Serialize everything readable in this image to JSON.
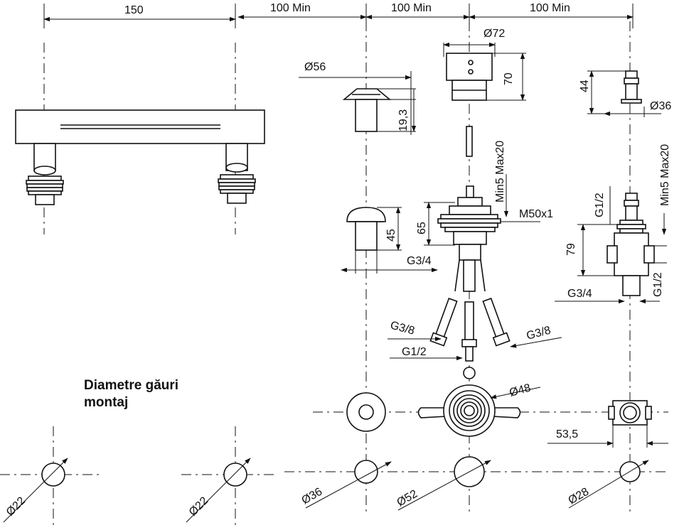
{
  "dims": {
    "spacing_150": "150",
    "min_100_a": "100 Min",
    "min_100_b": "100 Min",
    "min_100_c": "100 Min",
    "d72": "Ø72",
    "h70": "70",
    "d56": "Ø56",
    "h19_3": "19,3",
    "h44": "44",
    "d36_top": "Ø36",
    "min5max20_a": "Min5 Max20",
    "min5max20_b": "Min5 Max20",
    "h65": "65",
    "m50x1": "M50x1",
    "h45": "45",
    "g34_a": "G3/4",
    "g12_a": "G1/2",
    "h79": "79",
    "g12_b": "G1/2",
    "g34_b": "G3/4",
    "g38_a": "G3/8",
    "g38_b": "G3/8",
    "g12_c": "G1/2",
    "d48": "Ø48",
    "w53_5": "53,5",
    "d22_a": "Ø22",
    "d22_b": "Ø22",
    "d36_bottom": "Ø36",
    "d52": "Ø52",
    "d28": "Ø28"
  },
  "note": {
    "line1": "Diametre găuri",
    "line2": "montaj"
  }
}
